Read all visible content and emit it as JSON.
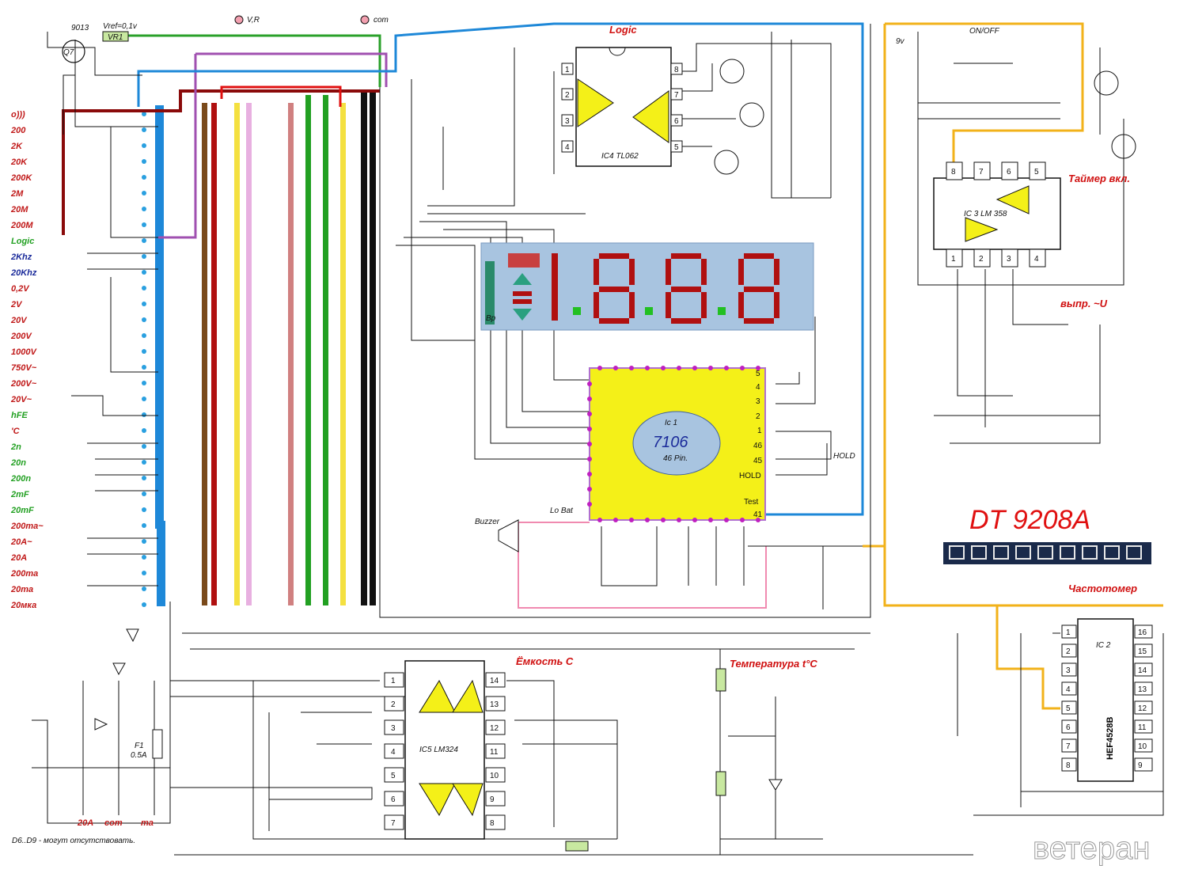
{
  "title": "DT 9208A",
  "watermark": "ветеран",
  "footnote": "D6..D9 - могут отсутствовать.",
  "sections": {
    "logic": "Logic",
    "timer": "Таймер вкл.",
    "rectifier": "выпр. ~U",
    "frequency": "Частотомер",
    "capacitance": "Ёмкость С",
    "temperature": "Температура t°C"
  },
  "top_labels": {
    "vr_node": "V,R",
    "com_node": "com",
    "vref": "Vref=0,1v",
    "q7_type": "9013",
    "on_off": "ON/OFF",
    "hold": "HOLD",
    "buzzer": "Buzzer",
    "lo_bat": "Lo Bat",
    "bp": "Bp",
    "battery": "9v"
  },
  "ic": {
    "ic1": {
      "name": "Ic 1",
      "part": "7106",
      "pins": "46 Pin."
    },
    "ic2": {
      "name": "IC 2",
      "part": "HEF4528B"
    },
    "ic3": {
      "name": "IC 3 LM 358"
    },
    "ic4": {
      "name": "IC4 TL062"
    },
    "ic5": {
      "name": "IC5 LM324"
    }
  },
  "ranges": [
    {
      "label": "o)))",
      "color": "#c01818"
    },
    {
      "label": "200",
      "color": "#c01818"
    },
    {
      "label": "2K",
      "color": "#c01818"
    },
    {
      "label": "20K",
      "color": "#c01818"
    },
    {
      "label": "200K",
      "color": "#c01818"
    },
    {
      "label": "2M",
      "color": "#c01818"
    },
    {
      "label": "20M",
      "color": "#c01818"
    },
    {
      "label": "200M",
      "color": "#c01818"
    },
    {
      "label": "Logic",
      "color": "#22a022"
    },
    {
      "label": "2Khz",
      "color": "#1a2a9a"
    },
    {
      "label": "20Khz",
      "color": "#1a2a9a"
    },
    {
      "label": "0,2V",
      "color": "#c01818"
    },
    {
      "label": "2V",
      "color": "#c01818"
    },
    {
      "label": "20V",
      "color": "#c01818"
    },
    {
      "label": "200V",
      "color": "#c01818"
    },
    {
      "label": "1000V",
      "color": "#c01818"
    },
    {
      "label": "750V~",
      "color": "#c01818"
    },
    {
      "label": "200V~",
      "color": "#c01818"
    },
    {
      "label": "20V~",
      "color": "#c01818"
    },
    {
      "label": "hFE",
      "color": "#22a022"
    },
    {
      "label": "'C",
      "color": "#c01818"
    },
    {
      "label": "2n",
      "color": "#22a022"
    },
    {
      "label": "20n",
      "color": "#22a022"
    },
    {
      "label": "200n",
      "color": "#22a022"
    },
    {
      "label": "2mF",
      "color": "#22a022"
    },
    {
      "label": "20mF",
      "color": "#22a022"
    },
    {
      "label": "200ma~",
      "color": "#c01818"
    },
    {
      "label": "20A~",
      "color": "#c01818"
    },
    {
      "label": "20A",
      "color": "#c01818"
    },
    {
      "label": "200ma",
      "color": "#c01818"
    },
    {
      "label": "20ma",
      "color": "#c01818"
    },
    {
      "label": "20мка",
      "color": "#c01818"
    }
  ],
  "jacks": [
    "20A",
    "com",
    "ma"
  ],
  "colors": {
    "wire": "#111111",
    "red": "#e01010",
    "blue": "#1e88d8",
    "yellow_wire": "#f2b21a",
    "pink": "#f08ab0",
    "green": "#2aa02a",
    "purple": "#a050b0",
    "lcd": "#a8c4e0",
    "ic_fill": "#f4f018"
  }
}
